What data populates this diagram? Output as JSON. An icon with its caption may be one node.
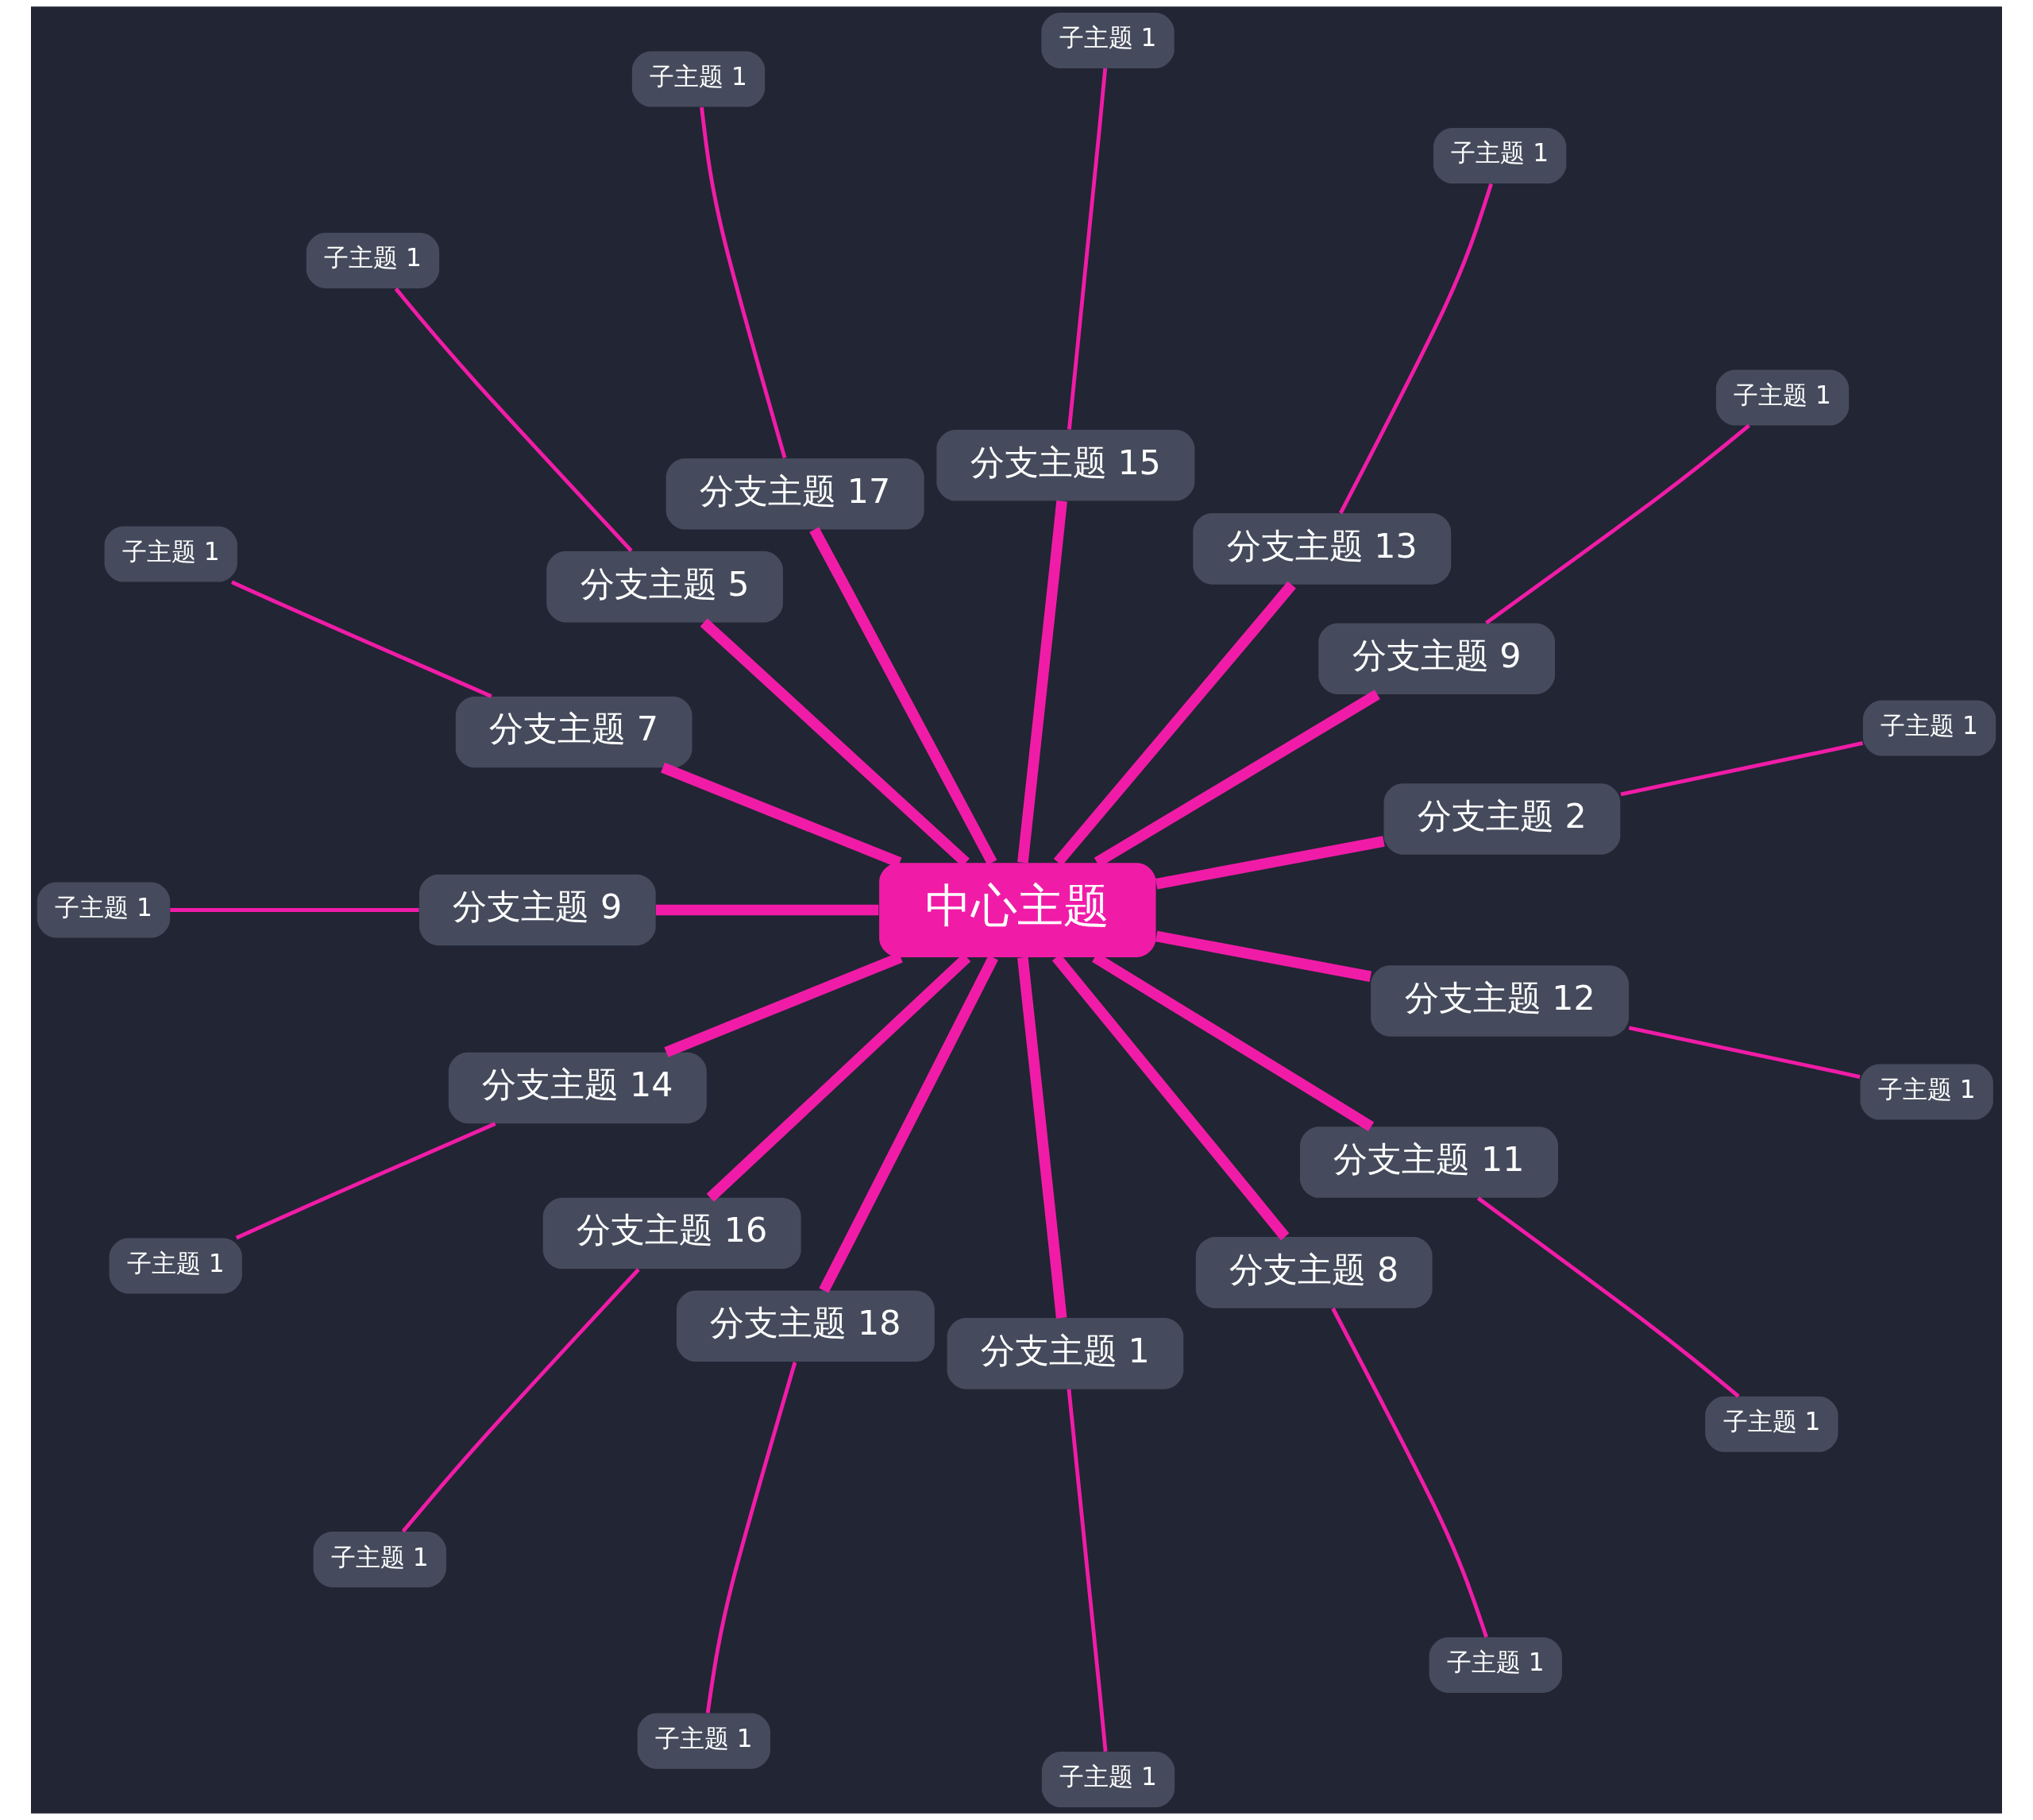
{
  "diagram": {
    "nodes": [
      {
        "text": [
          "中心主题"
        ]
      },
      {
        "text": [
          "分支主题 2"
        ]
      },
      {
        "text": [
          "子主题 1"
        ]
      },
      {
        "text": [
          "分支主题 9"
        ]
      },
      {
        "text": [
          "子主题 1"
        ]
      },
      {
        "text": [
          "分支主题 13"
        ]
      },
      {
        "text": [
          "子主题 1"
        ]
      },
      {
        "text": [
          "分支主题 15"
        ]
      },
      {
        "text": [
          "子主题 1"
        ]
      },
      {
        "text": [
          "分支主题 17"
        ]
      },
      {
        "text": [
          "子主题 1"
        ]
      },
      {
        "text": [
          "分支主题 5"
        ]
      },
      {
        "text": [
          "子主题 1"
        ]
      },
      {
        "text": [
          "分支主题 7"
        ]
      },
      {
        "text": [
          "子主题 1"
        ]
      },
      {
        "text": [
          "分支主题 9"
        ]
      },
      {
        "text": [
          "子主题 1"
        ]
      },
      {
        "text": [
          "分支主题 14"
        ]
      },
      {
        "text": [
          "子主题 1"
        ]
      },
      {
        "text": [
          "分支主题 16"
        ]
      },
      {
        "text": [
          "子主题 1"
        ]
      },
      {
        "text": [
          "分支主题 18"
        ]
      },
      {
        "text": [
          "子主题 1"
        ]
      },
      {
        "text": [
          "分支主题 1"
        ]
      },
      {
        "text": [
          "子主题 1"
        ]
      },
      {
        "text": [
          "分支主题 8"
        ]
      },
      {
        "text": [
          "子主题 1"
        ]
      },
      {
        "text": [
          "分支主题 11"
        ]
      },
      {
        "text": [
          "子主题 1"
        ]
      },
      {
        "text": [
          "分支主题 12"
        ]
      },
      {
        "text": [
          "子主题 1"
        ]
      }
    ],
    "edges": [
      {
        "from": 0,
        "to": 1,
        "arrow": "none",
        "style": "thick"
      },
      {
        "from": 1,
        "to": 2,
        "arrow": "none"
      },
      {
        "from": 0,
        "to": 3,
        "arrow": "none",
        "style": "thick"
      },
      {
        "from": 3,
        "to": 4,
        "arrow": "none"
      },
      {
        "from": 0,
        "to": 5,
        "arrow": "none",
        "style": "thick"
      },
      {
        "from": 5,
        "to": 6,
        "arrow": "none"
      },
      {
        "from": 0,
        "to": 7,
        "arrow": "none",
        "style": "thick"
      },
      {
        "from": 7,
        "to": 8,
        "arrow": "none"
      },
      {
        "from": 0,
        "to": 9,
        "arrow": "none",
        "style": "thick"
      },
      {
        "from": 9,
        "to": 10,
        "arrow": "none"
      },
      {
        "from": 0,
        "to": 11,
        "arrow": "none",
        "style": "thick"
      },
      {
        "from": 11,
        "to": 12,
        "arrow": "none"
      },
      {
        "from": 0,
        "to": 13,
        "arrow": "none",
        "style": "thick"
      },
      {
        "from": 13,
        "to": 14,
        "arrow": "none"
      },
      {
        "from": 0,
        "to": 15,
        "arrow": "none",
        "style": "thick"
      },
      {
        "from": 15,
        "to": 16,
        "arrow": "none"
      },
      {
        "from": 0,
        "to": 17,
        "arrow": "none",
        "style": "thick"
      },
      {
        "from": 17,
        "to": 18,
        "arrow": "none"
      },
      {
        "from": 0,
        "to": 19,
        "arrow": "none",
        "style": "thick"
      },
      {
        "from": 19,
        "to": 20,
        "arrow": "none"
      },
      {
        "from": 0,
        "to": 21,
        "arrow": "none",
        "style": "thick"
      },
      {
        "from": 21,
        "to": 22,
        "arrow": "none"
      },
      {
        "from": 0,
        "to": 23,
        "arrow": "none",
        "style": "thick"
      },
      {
        "from": 23,
        "to": 24,
        "arrow": "none"
      },
      {
        "from": 0,
        "to": 25,
        "arrow": "none",
        "style": "thick"
      },
      {
        "from": 25,
        "to": 26,
        "arrow": "none"
      },
      {
        "from": 0,
        "to": 27,
        "arrow": "none",
        "style": "thick"
      },
      {
        "from": 27,
        "to": 28,
        "arrow": "none"
      },
      {
        "from": 0,
        "to": 29,
        "arrow": "none",
        "style": "thick"
      },
      {
        "from": 29,
        "to": 30,
        "arrow": "none"
      }
    ]
  }
}
